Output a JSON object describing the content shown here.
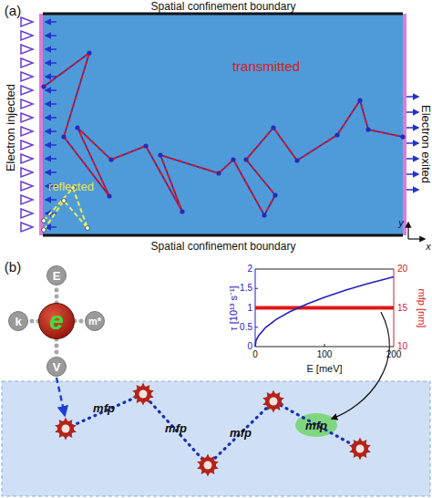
{
  "diagram": {
    "nodes": [
      {
        "text": [
          "E"
        ]
      },
      {
        "text": [
          "k"
        ]
      },
      {
        "text": [
          "e"
        ]
      },
      {
        "text": [
          "m*"
        ]
      },
      {
        "text": [
          "V"
        ]
      }
    ],
    "edges": [
      {
        "from": 2,
        "to": 0,
        "arrow": "none"
      },
      {
        "from": 2,
        "to": 1,
        "arrow": "none"
      },
      {
        "from": 2,
        "to": 3,
        "arrow": "none"
      },
      {
        "from": 2,
        "to": 4,
        "arrow": "none"
      }
    ],
    "labels": [
      "(a)",
      "Spatial confinement boundary",
      "transmitted",
      "reflected",
      "Electron injected",
      "Electron exited",
      "Spatial confinement boundary",
      "y",
      "x",
      "(b)",
      "τ [10¹³ s⁻¹]",
      "2",
      "1.5",
      "1",
      "0.5",
      "0",
      "mfp [nm]",
      "20",
      "15",
      "10",
      "0",
      "100",
      "200",
      "E [meV]",
      "mfp",
      "mfp",
      "mfp",
      "mfp"
    ]
  }
}
